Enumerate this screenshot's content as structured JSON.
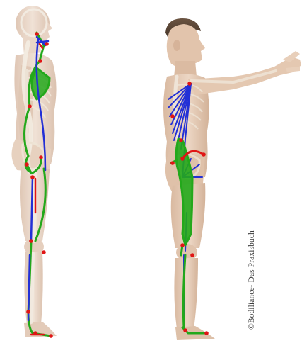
{
  "watermark": {
    "text": "©Bodiliance- Das Praxisbuch",
    "color": "#3d3d3d"
  },
  "figures": [
    {
      "name": "standing-figure-side-view",
      "pose": "standing upright, arms at sides"
    },
    {
      "name": "standing-figure-arms-forward",
      "pose": "standing, arms extended forward"
    }
  ],
  "colors": {
    "skin": "#ead7c9",
    "skin_shadow": "#d2b39c",
    "bone": "#f2ede4",
    "hair": "#5a4636",
    "green_line": "#23a81b",
    "blue_line": "#2330d6",
    "red_marker": "#e01515"
  }
}
